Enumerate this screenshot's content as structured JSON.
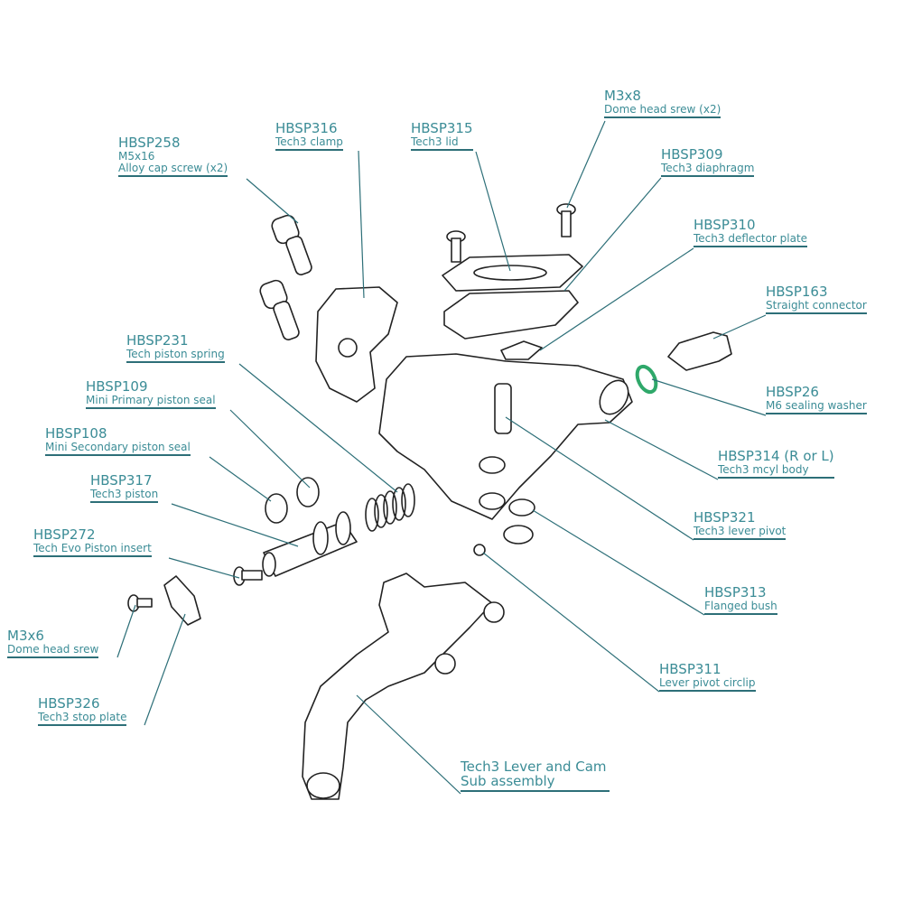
{
  "colors": {
    "label": "#3b8c96",
    "leader": "#2d6f78",
    "washer": "#2fa86a",
    "outline": "#222222"
  },
  "labels": [
    {
      "id": "m3x8",
      "code": "M3x8",
      "desc": "Dome head srew (x2)"
    },
    {
      "id": "hbsp258",
      "code": "HBSP258",
      "sub": "M5x16",
      "desc": "Alloy cap screw (x2)"
    },
    {
      "id": "hbsp316",
      "code": "HBSP316",
      "desc": "Tech3 clamp"
    },
    {
      "id": "hbsp315",
      "code": "HBSP315",
      "desc": "Tech3 lid"
    },
    {
      "id": "hbsp309",
      "code": "HBSP309",
      "desc": "Tech3 diaphragm"
    },
    {
      "id": "hbsp310",
      "code": "HBSP310",
      "desc": "Tech3 deflector plate"
    },
    {
      "id": "hbsp163",
      "code": "HBSP163",
      "desc": "Straight connector"
    },
    {
      "id": "hbsp26",
      "code": "HBSP26",
      "desc": "M6 sealing washer"
    },
    {
      "id": "hbsp314",
      "code": "HBSP314 (R or L)",
      "desc": "Tech3 mcyl body"
    },
    {
      "id": "hbsp321",
      "code": "HBSP321",
      "desc": "Tech3 lever pivot"
    },
    {
      "id": "hbsp313",
      "code": "HBSP313",
      "desc": "Flanged bush"
    },
    {
      "id": "hbsp311",
      "code": "HBSP311",
      "desc": "Lever pivot circlip"
    },
    {
      "id": "lever",
      "code": "Tech3 Lever and Cam",
      "desc": "Sub assembly"
    },
    {
      "id": "hbsp231",
      "code": "HBSP231",
      "desc": "Tech piston spring"
    },
    {
      "id": "hbsp109",
      "code": "HBSP109",
      "desc": "Mini Primary piston seal"
    },
    {
      "id": "hbsp108",
      "code": "HBSP108",
      "desc": "Mini Secondary piston seal"
    },
    {
      "id": "hbsp317",
      "code": "HBSP317",
      "desc": "Tech3 piston"
    },
    {
      "id": "hbsp272",
      "code": "HBSP272",
      "desc": "Tech Evo Piston insert"
    },
    {
      "id": "m3x6",
      "code": "M3x6",
      "desc": "Dome head srew"
    },
    {
      "id": "hbsp326",
      "code": "HBSP326",
      "desc": "Tech3 stop plate"
    }
  ]
}
